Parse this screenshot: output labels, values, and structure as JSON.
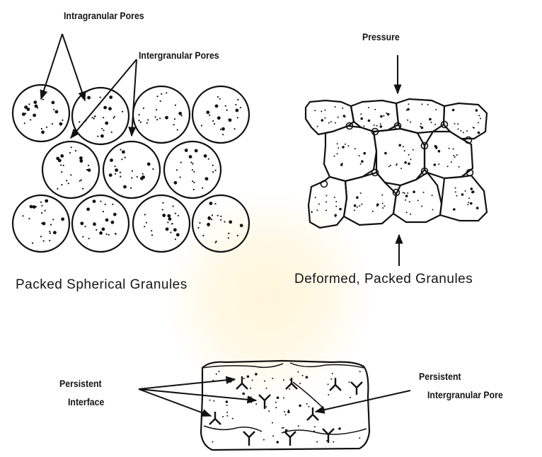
{
  "diagram": {
    "top_left": {
      "label_intragranular": "Intragranular Pores",
      "label_intergranular": "Intergranular Pores",
      "caption": "Packed Spherical Granules"
    },
    "top_right": {
      "label_pressure": "Pressure",
      "caption": "Deformed, Packed Granules"
    },
    "bottom": {
      "label_interface_line1": "Persistent",
      "label_interface_line2": "Interface",
      "label_pore_line1": "Persistent",
      "label_pore_line2": "Intergranular Pore"
    }
  }
}
